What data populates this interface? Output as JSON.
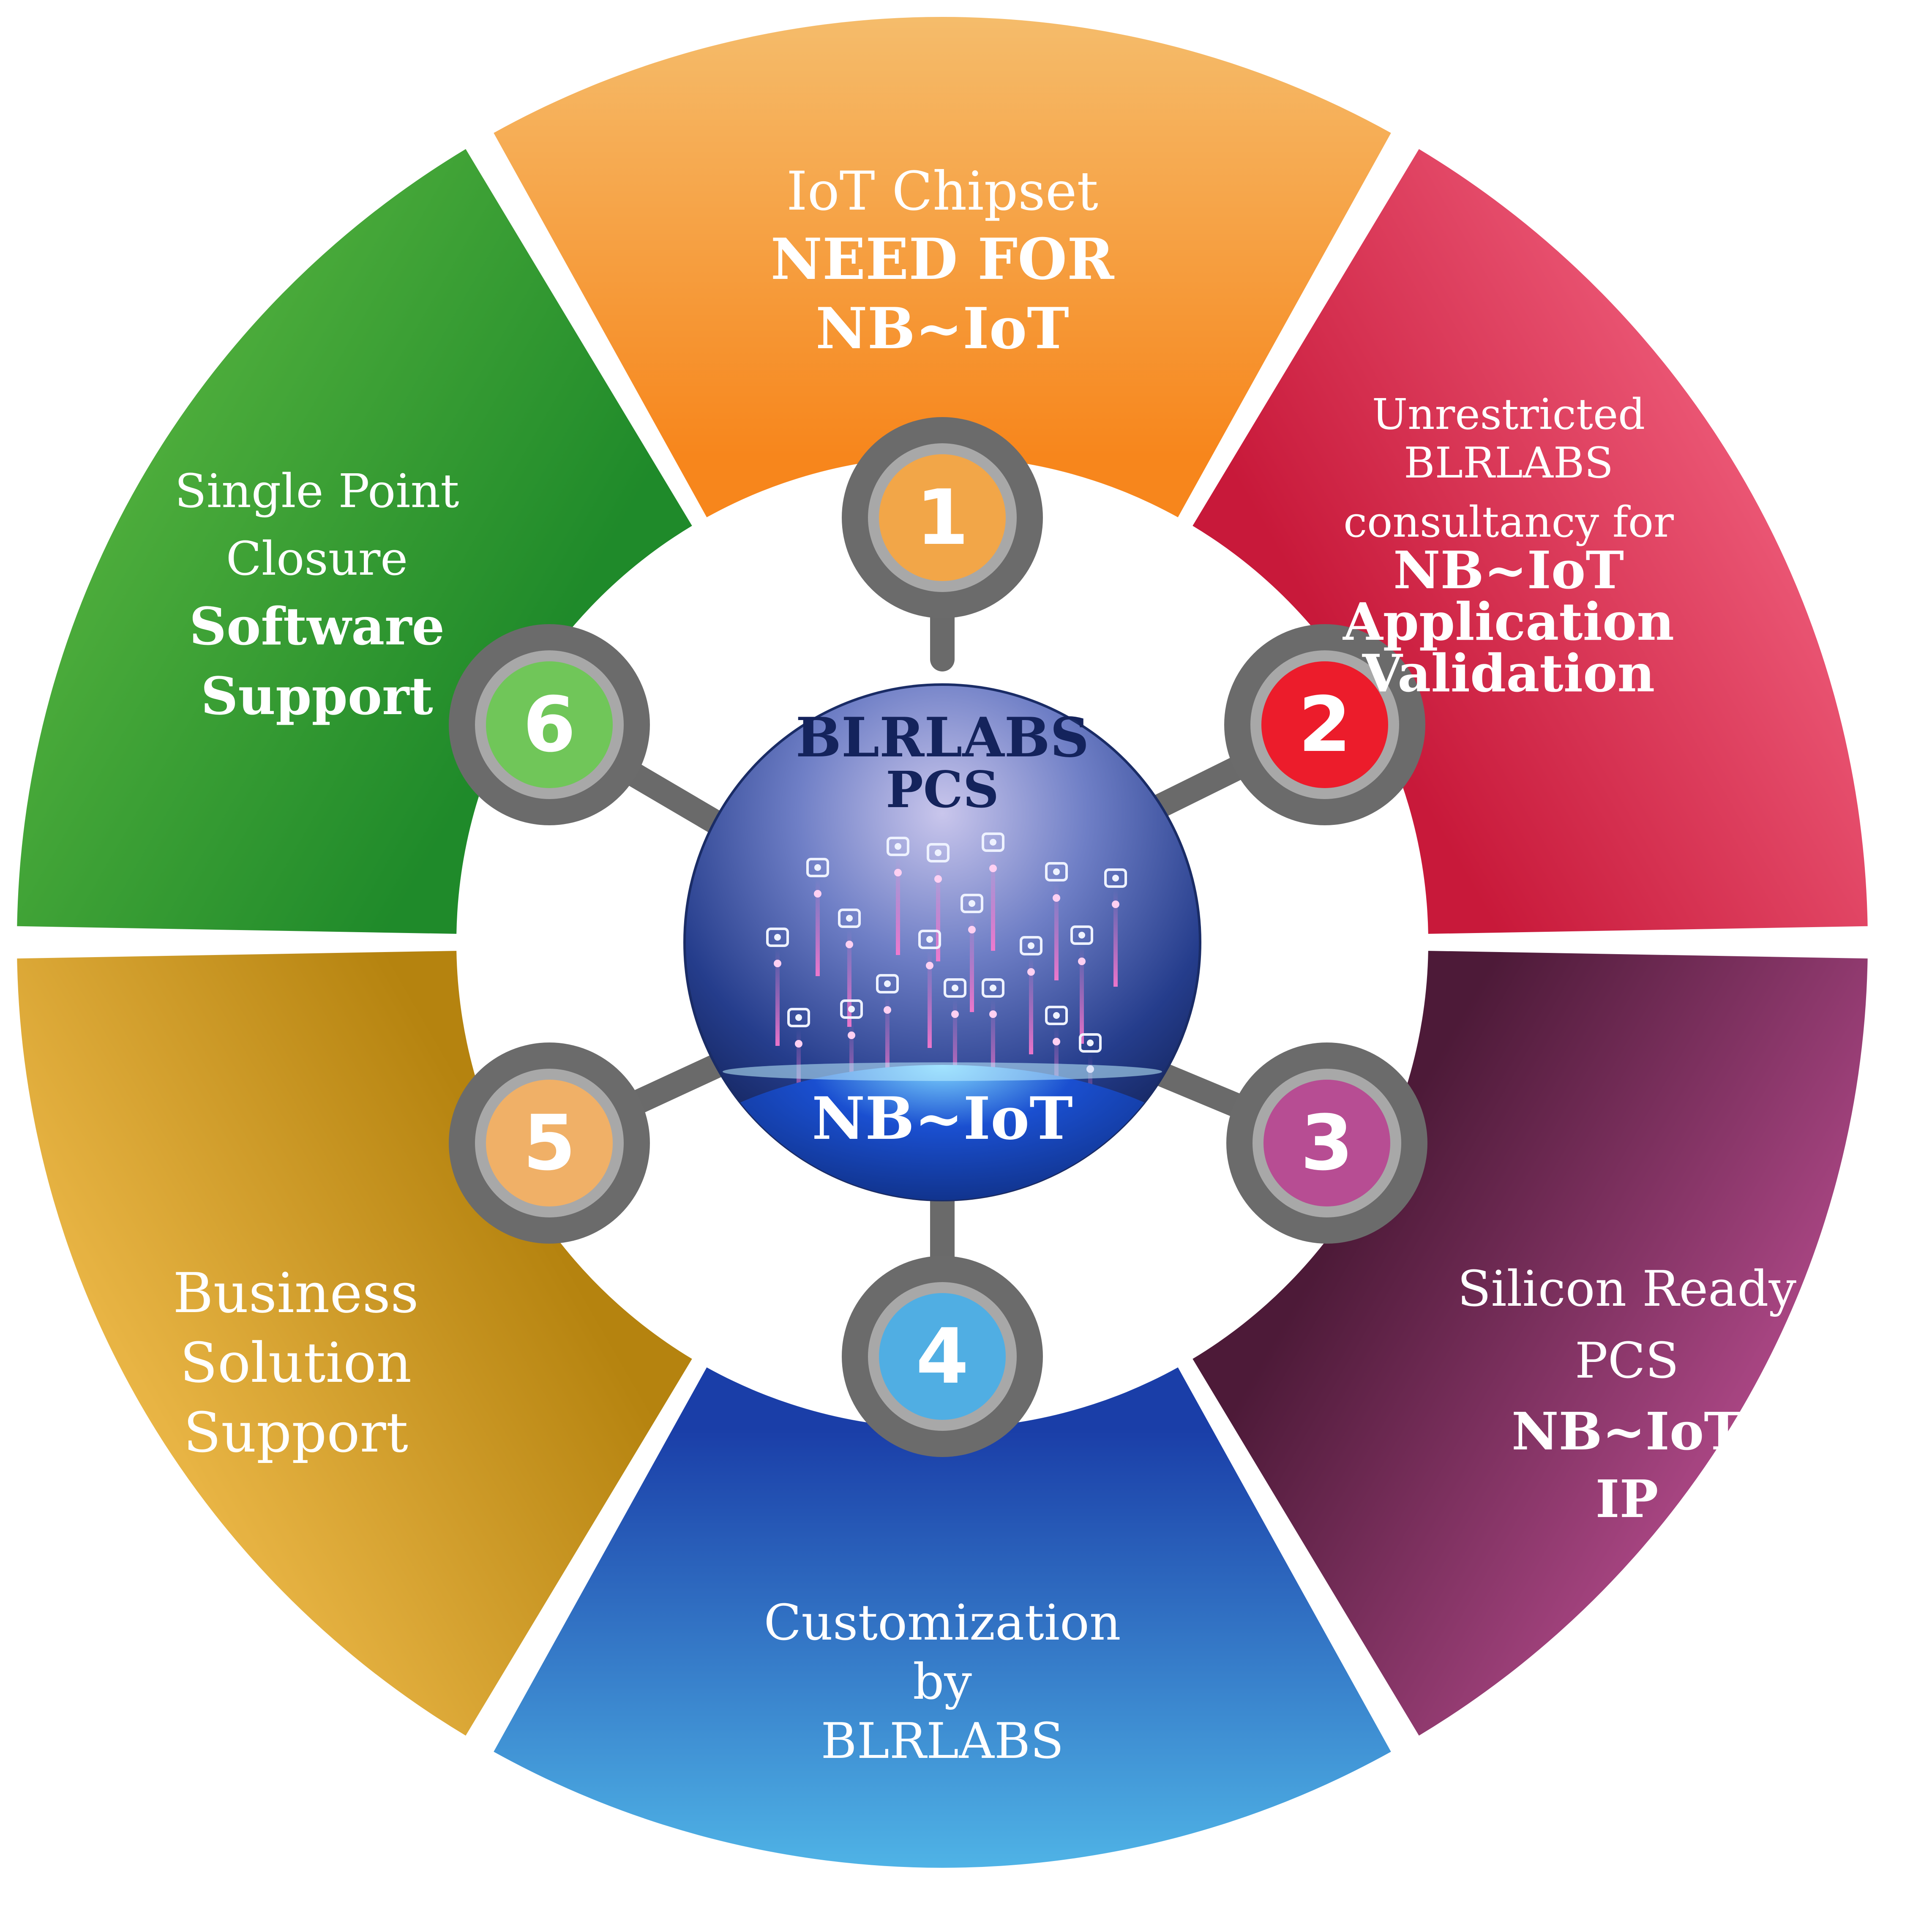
{
  "center": {
    "title_line1": "BLRLABS",
    "title_line2": "PCS",
    "bottom_label": "NB~IoT",
    "icon_names": [
      "building-icon",
      "stereo-icon",
      "camera-icon",
      "car-icon",
      "cloud-icon",
      "faucet-icon",
      "wifi-icon",
      "cctv-icon",
      "globe-icon",
      "cart-icon",
      "fan-icon",
      "printer-icon",
      "bulb-icon",
      "location-pin-icon",
      "monitor-icon",
      "router-icon",
      "fridge-icon",
      "laptop-icon",
      "headphones-icon"
    ]
  },
  "segments": [
    {
      "number": "1",
      "colors": {
        "light": "#f5bc6b",
        "dark": "#f7861c",
        "node": "#f2a648"
      },
      "lines": [
        {
          "text": "IoT Chipset",
          "bold": false
        },
        {
          "text": "NEED FOR",
          "bold": true
        },
        {
          "text": "NB~IoT",
          "bold": true
        }
      ]
    },
    {
      "number": "2",
      "colors": {
        "light": "#ea5573",
        "dark": "#c8193a",
        "node": "#ec1c2b"
      },
      "lines": [
        {
          "text": "Unrestricted",
          "bold": false
        },
        {
          "text": "BLRLABS",
          "bold": false
        },
        {
          "text": "consultancy for",
          "bold": false
        },
        {
          "text": "NB~IoT",
          "bold": true
        },
        {
          "text": "Application",
          "bold": true
        },
        {
          "text": "Validation",
          "bold": true
        }
      ]
    },
    {
      "number": "3",
      "colors": {
        "light": "#a84582",
        "dark": "#4d1a38",
        "node": "#b74d93"
      },
      "lines": [
        {
          "text": "Silicon Ready",
          "bold": false
        },
        {
          "text": "PCS",
          "bold": false
        },
        {
          "text": "NB~IoT",
          "bold": true
        },
        {
          "text": "IP",
          "bold": true
        }
      ]
    },
    {
      "number": "4",
      "colors": {
        "light": "#4fb3e6",
        "dark": "#1a3ea8",
        "node": "#50aee3"
      },
      "lines": [
        {
          "text": "Customization",
          "bold": false
        },
        {
          "text": "by",
          "bold": false
        },
        {
          "text": "BLRLABS",
          "bold": false
        }
      ]
    },
    {
      "number": "5",
      "colors": {
        "light": "#e9b545",
        "dark": "#b5830f",
        "node": "#f0b067"
      },
      "lines": [
        {
          "text": "Business",
          "bold": false
        },
        {
          "text": "Solution",
          "bold": false
        },
        {
          "text": "Support",
          "bold": false
        }
      ]
    },
    {
      "number": "6",
      "colors": {
        "light": "#4cac3b",
        "dark": "#1f8a2a",
        "node": "#70c659"
      },
      "lines": [
        {
          "text": "Single Point",
          "bold": false
        },
        {
          "text": "Closure",
          "bold": false
        },
        {
          "text": "Software",
          "bold": true
        },
        {
          "text": "Support",
          "bold": true
        }
      ]
    }
  ]
}
